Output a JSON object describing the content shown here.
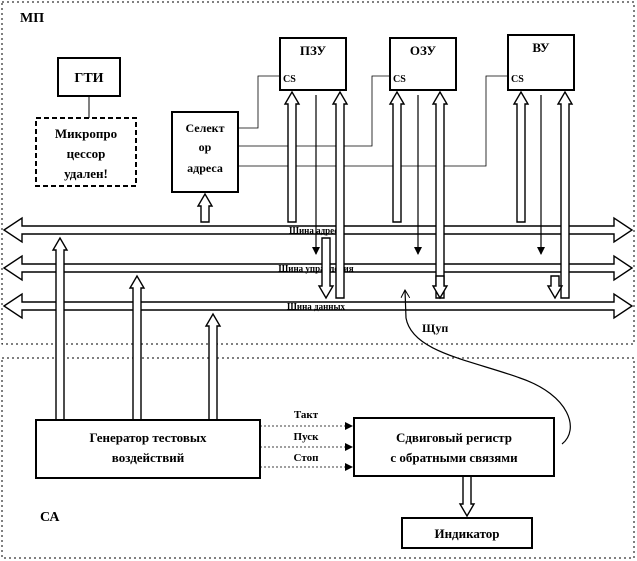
{
  "regions": {
    "mp_label": "МП",
    "sa_label": "СА"
  },
  "blocks": {
    "gti": "ГТИ",
    "cpu_line1": "Микропро",
    "cpu_line2": "цессор",
    "cpu_line3": "удален!",
    "selector_line1": "Селект",
    "selector_line2": "ор",
    "selector_line3": "адреса",
    "pzu": "ПЗУ",
    "ozu": "ОЗУ",
    "vu": "ВУ",
    "cs": "CS",
    "generator_line1": "Генератор тестовых",
    "generator_line2": "воздействий",
    "shift_line1": "Сдвиговый регистр",
    "shift_line2": "с обратными связями",
    "indicator": "Индикатор"
  },
  "buses": {
    "address": "Шина адреса",
    "control": "Шина управления",
    "data": "Шина данных"
  },
  "signals": {
    "probe": "Щуп",
    "clock": "Такт",
    "start": "Пуск",
    "stop": "Стоп"
  }
}
